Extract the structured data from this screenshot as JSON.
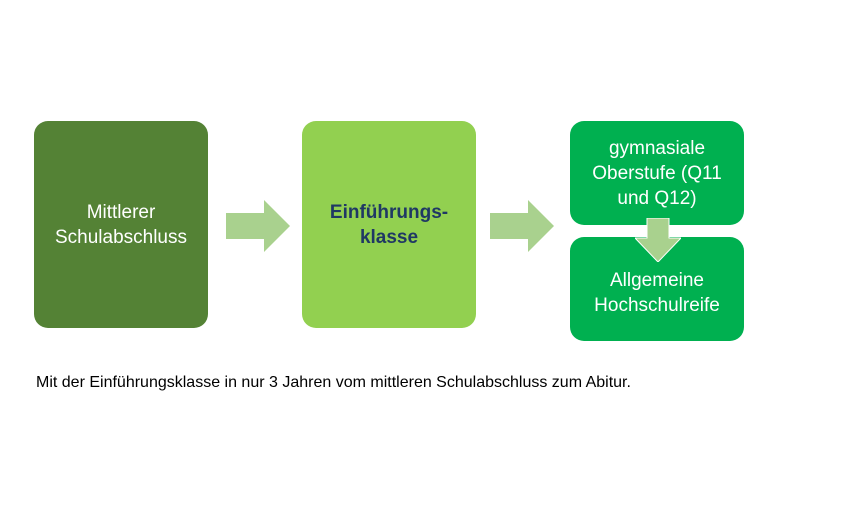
{
  "steps": [
    {
      "label": "Mittlerer Schulabschluss"
    },
    {
      "label": "Einführungs-klasse"
    },
    {
      "label": "gymnasiale Oberstufe (Q11 und Q12)"
    },
    {
      "label": "Allgemeine Hochschulreife"
    }
  ],
  "caption": "Mit der Einführungsklasse in nur 3 Jahren vom mittleren Schulabschluss zum Abitur.",
  "colors": {
    "step1": "#548235",
    "step2": "#92d050",
    "step3": "#00b050",
    "arrow": "#a9d18e",
    "step2_text": "#1f3864"
  }
}
